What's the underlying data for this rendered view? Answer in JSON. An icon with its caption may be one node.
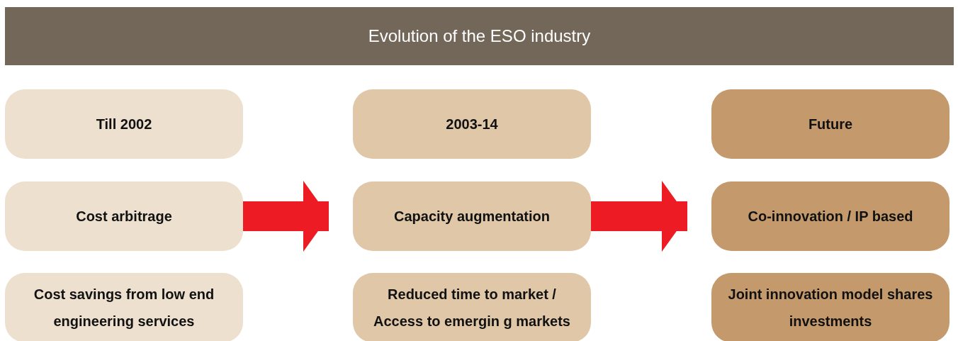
{
  "diagram": {
    "title": "Evolution of the ESO industry",
    "nodes": [
      {
        "text": [
          "Till 2002"
        ]
      },
      {
        "text": [
          "Cost arbitrage"
        ]
      },
      {
        "text": [
          "Cost savings from low end engineering services"
        ]
      },
      {
        "text": [
          "2003-14"
        ]
      },
      {
        "text": [
          "Capacity augmentation"
        ]
      },
      {
        "text": [
          "Reduced time to market / Access to emergin g markets"
        ]
      },
      {
        "text": [
          "Future"
        ]
      },
      {
        "text": [
          "Co-innovation / IP based"
        ]
      },
      {
        "text": [
          "Joint innovation model shares investments"
        ]
      }
    ],
    "edges": [
      {
        "from": 1,
        "to": 4,
        "arrow": "to"
      },
      {
        "from": 4,
        "to": 7,
        "arrow": "to"
      }
    ]
  }
}
